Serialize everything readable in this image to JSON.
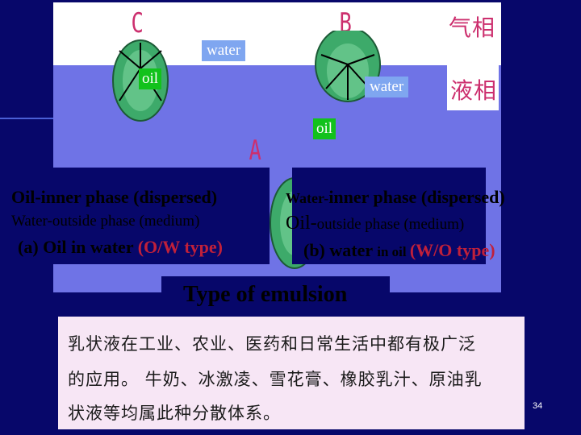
{
  "figure": {
    "letter_c": "C",
    "letter_b": "B",
    "letter_a": "A",
    "gas_phase": "气相",
    "liquid_phase": "液相",
    "water_top": "water",
    "oil_left": "oil",
    "water_right": "water",
    "oil_center": "oil"
  },
  "left_panel": {
    "line1": "Oil-inner phase (dispersed)",
    "line2": "Water-outside phase (medium)",
    "line3_main": "(a) Oil in water ",
    "line3_type": "(O/W type)"
  },
  "right_panel": {
    "line1_small": "Water-",
    "line1_main": "inner phase (dispersed)",
    "line2_big": "Oil-",
    "line2_main": "outside phase (medium)",
    "line3_a": "(b) water ",
    "line3_b": "in oil ",
    "line3_type": "(W/O type)"
  },
  "title": "Type of emulsion",
  "paragraph": [
    "乳状液在工业、农业、医药和日常生活中都有极广泛",
    "的应用。 牛奶、冰激凌、雪花膏、橡胶乳汁、原油乳",
    "状液等均属此种分散体系。"
  ],
  "slide_number": "34"
}
